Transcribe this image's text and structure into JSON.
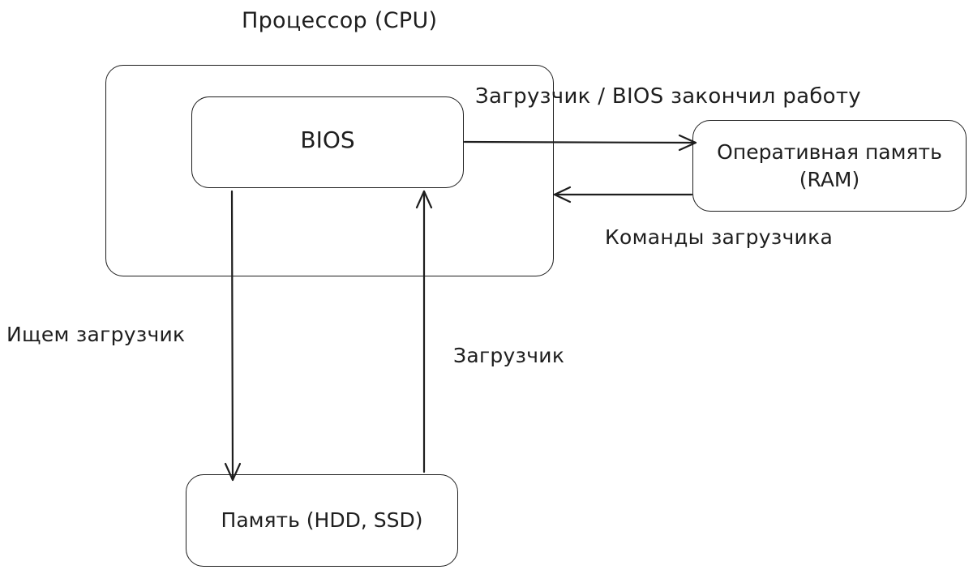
{
  "diagram": {
    "cpu_title": "Процессор (CPU)",
    "bios_label": "BIOS",
    "ram_label_line1": "Оперативная память",
    "ram_label_line2": "(RAM)",
    "storage_label": "Память (HDD, SSD)",
    "edges": {
      "bios_to_ram": "Загрузчик / BIOS закончил работу",
      "ram_to_cpu": "Команды загрузчика",
      "bios_to_storage": "Ищем загрузчик",
      "storage_to_bios": "Загрузчик"
    },
    "stroke_color": "#1e1e1e",
    "background_color": "#ffffff"
  }
}
